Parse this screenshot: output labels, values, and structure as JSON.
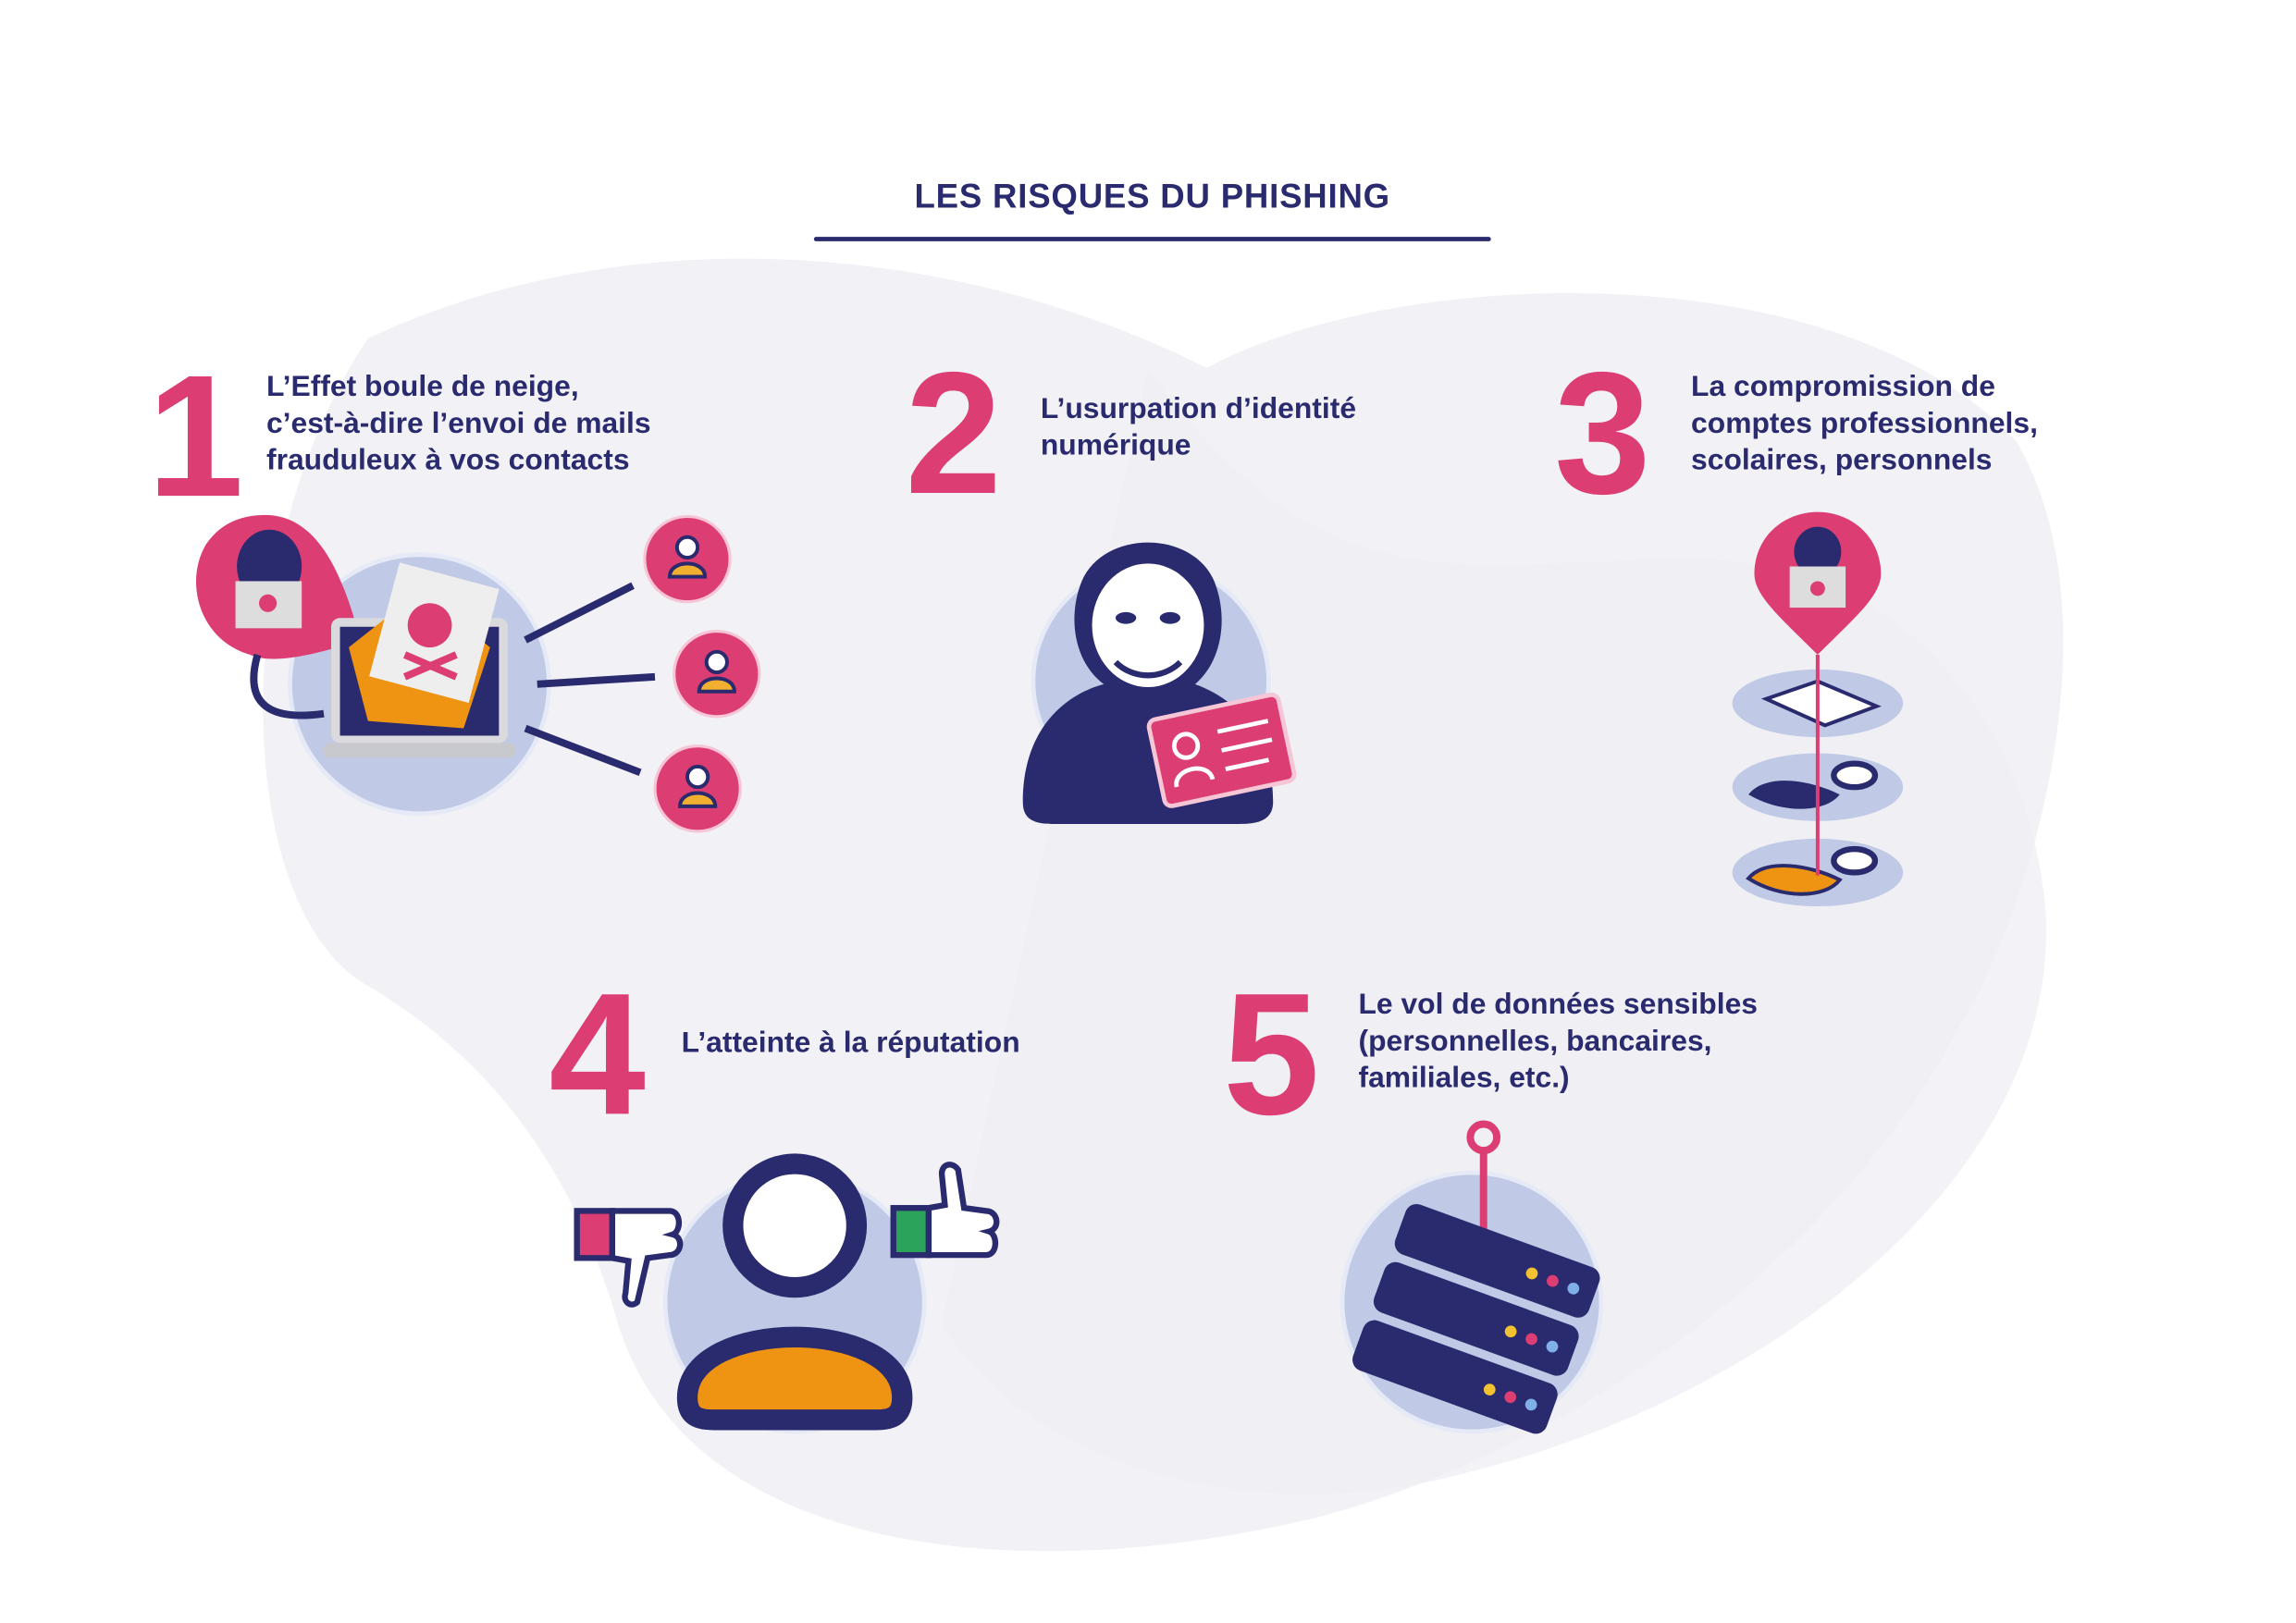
{
  "title": "LES RISQUES DU PHISHING",
  "colors": {
    "navy": "#2a2a6e",
    "pink": "#dc3d72",
    "orange": "#ee9412",
    "light_blue": "#c0cae6",
    "blob": "#f2f2f6"
  },
  "risks": [
    {
      "number": "1",
      "lines": [
        "L’Effet boule de neige,",
        "c’est-à-dire l’envoi de mails",
        "frauduleux à vos contacts"
      ],
      "icon": "hacker-laptop-mail-icon"
    },
    {
      "number": "2",
      "lines": [
        "L’usurpation d’identité",
        "numérique"
      ],
      "icon": "masked-person-id-card-icon"
    },
    {
      "number": "3",
      "lines": [
        "La compromission de",
        "comptes professionnels,",
        "scolaires, personnels"
      ],
      "icon": "hacker-pin-accounts-icon"
    },
    {
      "number": "4",
      "lines": [
        "L’atteinte à la réputation"
      ],
      "icon": "person-thumbs-icon"
    },
    {
      "number": "5",
      "lines": [
        "Le vol de données sensibles",
        "(personnelles, bancaires,",
        "familiales, etc.)"
      ],
      "icon": "server-hook-icon"
    }
  ]
}
